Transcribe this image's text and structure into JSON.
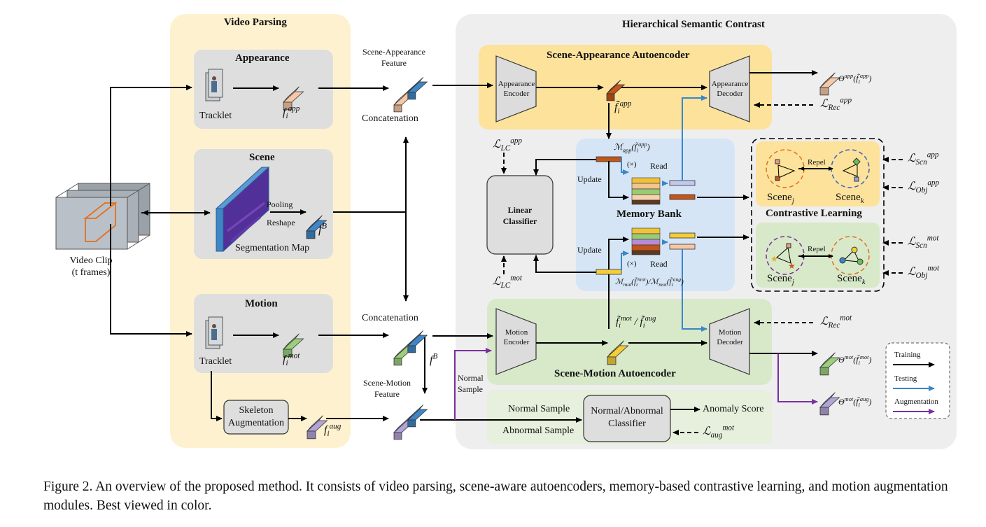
{
  "sections": {
    "video_parsing": "Video Parsing",
    "hierarchical": "Hierarchical Semantic Contrast",
    "appearance": "Appearance",
    "scene": "Scene",
    "motion": "Motion",
    "sa_autoencoder": "Scene-Appearance Autoencoder",
    "sm_autoencoder": "Scene-Motion Autoencoder",
    "memory_bank": "Memory Bank",
    "contrastive_learning": "Contrastive Learning"
  },
  "labels": {
    "tracklet": "Tracklet",
    "tracklet2": "Tracklet",
    "pooling": "Pooling",
    "reshape": "Reshape",
    "segmentation_map": "Segmentation Map",
    "video_clip": "Video Clip",
    "t_frames": "(t frames)",
    "skeleton": "Skeleton",
    "augmentation": "Augmentation",
    "sa_feature_1": "Scene-Appearance",
    "sa_feature_2": "Feature",
    "concatenation_top": "Concatenation",
    "concatenation_mid": "Concatenation",
    "sm_feature_1": "Scene-Motion",
    "sm_feature_2": "Feature",
    "normal_sample_v1": "Normal",
    "normal_sample_v2": "Sample",
    "appearance_encoder_1": "Appearance",
    "appearance_encoder_2": "Encoder",
    "appearance_decoder_1": "Appearance",
    "appearance_decoder_2": "Decoder",
    "motion_encoder_1": "Motion",
    "motion_encoder_2": "Encoder",
    "motion_decoder_1": "Motion",
    "motion_decoder_2": "Decoder",
    "linear_1": "Linear",
    "linear_2": "Classifier",
    "update_top": "Update",
    "update_bottom": "Update",
    "read_top": "Read",
    "read_bottom": "Read",
    "times_top": "(×)",
    "times_bottom": "(×)",
    "repel_top": "Repel",
    "repel_bottom": "Repel",
    "scene_j_top": "Scene",
    "scene_k_top": "Scene",
    "scene_j_bottom": "Scene",
    "scene_k_bottom": "Scene",
    "normal_sample": "Normal Sample",
    "abnormal_sample": "Abnormal Sample",
    "classifier_1": "Normal/Abnormal",
    "classifier_2": "Classifier",
    "anomaly_score": "Anomaly Score"
  },
  "math": {
    "f_app": "f",
    "f_mot": "f",
    "f_aug": "f",
    "f_B": "f",
    "f_B2": "f",
    "ftilde_app": "f̃",
    "ftilde_mot": "f̃",
    "L": "ℒ",
    "Theta": "Θ",
    "M": "ℳ"
  },
  "legend": {
    "training": "Training",
    "testing": "Testing",
    "augmentation": "Augmentation"
  },
  "colors": {
    "video_parsing_bg": "#fdf1cf",
    "hierarchical_bg": "#eeeeee",
    "inner_box": "#e0e0e0",
    "sa_autoencoder_bg": "#fde29b",
    "sm_autoencoder_bg": "#d8e9c9",
    "memory_bg": "#d6e5f5",
    "cl_top_bg": "#fde29b",
    "cl_bottom_bg": "#d8e9c9",
    "classifier_bg": "#e6f0dc",
    "appearance_feat": "#f6c8a8",
    "motion_feat": "#9ccf7d",
    "aug_feat": "#b3a4d6",
    "scene_feat": "#3f86c8",
    "app_latent": "#c2561a",
    "mot_latent": "#f4cd3a",
    "testing_arrow": "#3a86c8",
    "augmentation_arrow": "#7a2fa0"
  },
  "caption": {
    "text": "Figure 2. An overview of the proposed method. It consists of video parsing, scene-aware autoencoders, memory-based contrastive learning, and motion augmentation modules. Best viewed in color."
  }
}
